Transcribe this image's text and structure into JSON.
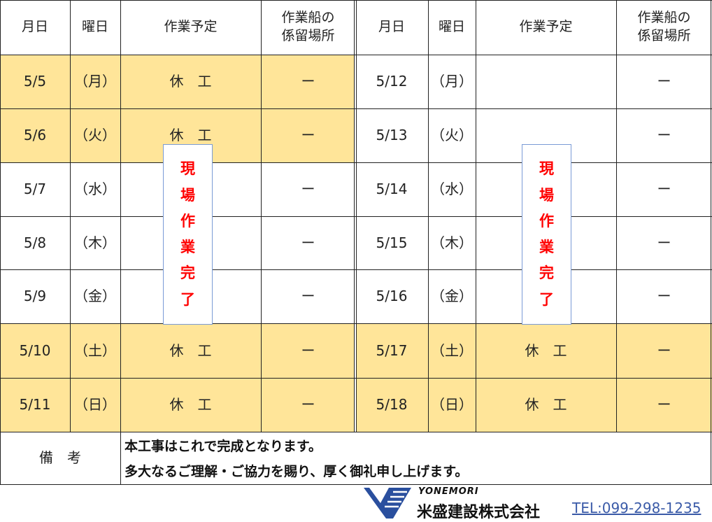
{
  "headers": {
    "date": "月日",
    "weekday": "曜日",
    "plan": "作業予定",
    "mooring": "作業船の\n係留場所"
  },
  "left_rows": [
    {
      "date": "5/5",
      "weekday": "（月）",
      "plan": "休　工",
      "mooring": "ー",
      "holiday": true
    },
    {
      "date": "5/6",
      "weekday": "（火）",
      "plan": "休　工",
      "mooring": "ー",
      "holiday": true
    },
    {
      "date": "5/7",
      "weekday": "（水）",
      "plan": "",
      "mooring": "ー",
      "holiday": false
    },
    {
      "date": "5/8",
      "weekday": "（木）",
      "plan": "",
      "mooring": "ー",
      "holiday": false
    },
    {
      "date": "5/9",
      "weekday": "（金）",
      "plan": "",
      "mooring": "ー",
      "holiday": false
    },
    {
      "date": "5/10",
      "weekday": "（土）",
      "plan": "休　工",
      "mooring": "ー",
      "holiday": true
    },
    {
      "date": "5/11",
      "weekday": "（日）",
      "plan": "休　工",
      "mooring": "ー",
      "holiday": true
    }
  ],
  "right_rows": [
    {
      "date": "5/12",
      "weekday": "（月）",
      "plan": "",
      "mooring": "ー",
      "holiday": false
    },
    {
      "date": "5/13",
      "weekday": "（火）",
      "plan": "",
      "mooring": "ー",
      "holiday": false
    },
    {
      "date": "5/14",
      "weekday": "（水）",
      "plan": "",
      "mooring": "ー",
      "holiday": false
    },
    {
      "date": "5/15",
      "weekday": "（木）",
      "plan": "",
      "mooring": "ー",
      "holiday": false
    },
    {
      "date": "5/16",
      "weekday": "（金）",
      "plan": "",
      "mooring": "ー",
      "holiday": false
    },
    {
      "date": "5/17",
      "weekday": "（土）",
      "plan": "休　工",
      "mooring": "ー",
      "holiday": true
    },
    {
      "date": "5/18",
      "weekday": "（日）",
      "plan": "休　工",
      "mooring": "ー",
      "holiday": true
    }
  ],
  "work_complete_label": "現場作業完了",
  "remarks": {
    "label": "備　考",
    "line1": "本工事はこれで完成となります。",
    "line2": "多大なるご理解・ご協力を賜り、厚く御礼申し上げます。"
  },
  "company": {
    "name_en": "YONEMORI",
    "name_jp": "米盛建設株式会社",
    "tel": "TEL:099-298-1235"
  },
  "colors": {
    "holiday_fill": "#ffe599",
    "complete_text": "#ff0000",
    "complete_border": "#7a9bd6",
    "logo_blue": "#2a4f9e",
    "tel_link": "#3b5ba8"
  }
}
